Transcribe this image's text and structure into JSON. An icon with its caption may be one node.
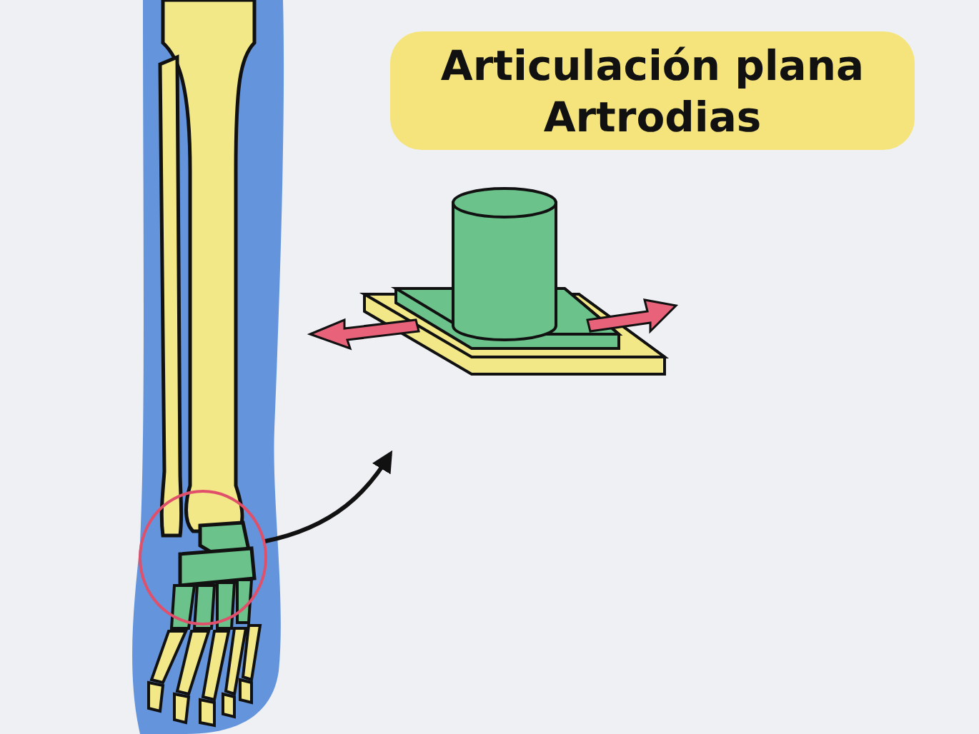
{
  "diagram": {
    "title": "Articulación plana Artrodias",
    "nodes": [
      {
        "text": [],
        "shape": "circle"
      },
      {
        "text": [],
        "shape": "picture"
      }
    ],
    "edges": [
      {
        "from": 0,
        "to": 1,
        "arrow": "to"
      }
    ]
  }
}
